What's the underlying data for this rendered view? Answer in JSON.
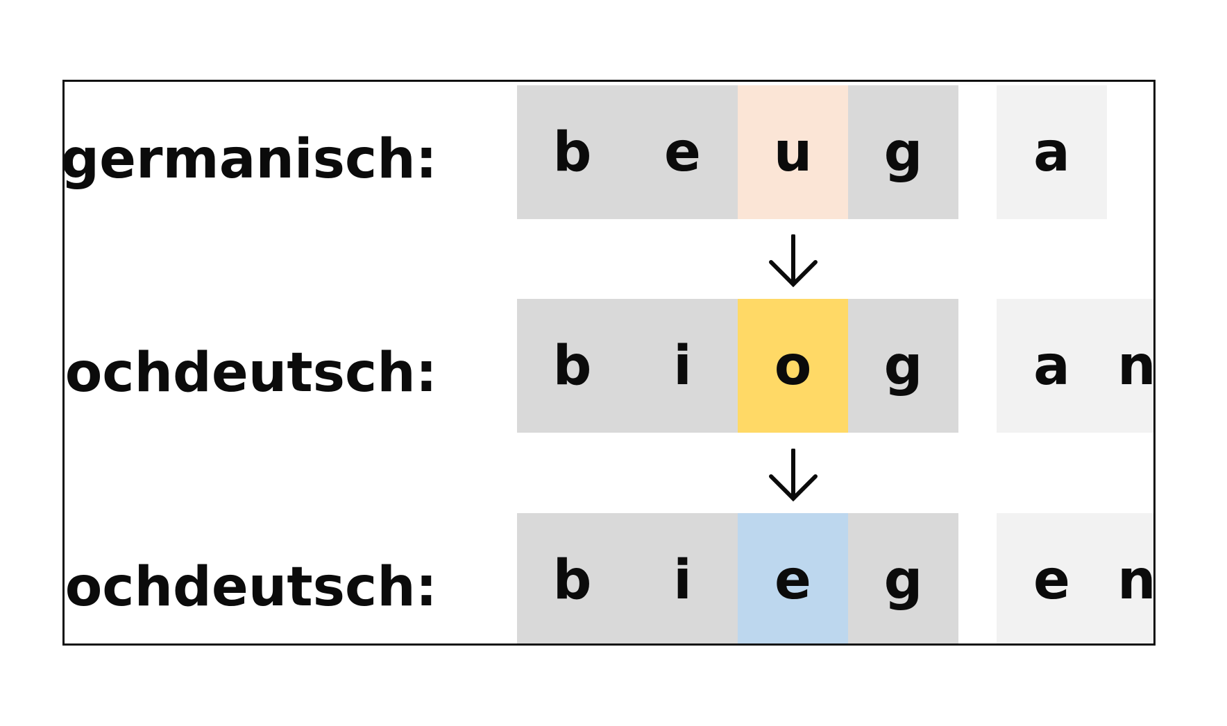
{
  "rows": [
    {
      "label": "germanisch:",
      "letters": [
        "b",
        "e",
        "u",
        "g"
      ],
      "suffix": [
        "a"
      ]
    },
    {
      "label": "althochdeutsch:",
      "letters": [
        "b",
        "i",
        "o",
        "g"
      ],
      "suffix": [
        "a",
        "n"
      ]
    },
    {
      "label": "hochdeutsch:",
      "letters": [
        "b",
        "i",
        "e",
        "g"
      ],
      "suffix": [
        "e",
        "n"
      ]
    }
  ],
  "colors": {
    "stem_bg": "#d9d9d9",
    "suffix_bg": "#f2f2f2",
    "highlight_germanisch": "#fbe5d6",
    "highlight_althochdeutsch": "#ffd966",
    "highlight_hochdeutsch": "#bdd7ee"
  },
  "arrows": [
    {
      "icon": "down-arrow-icon"
    },
    {
      "icon": "down-arrow-icon"
    }
  ]
}
